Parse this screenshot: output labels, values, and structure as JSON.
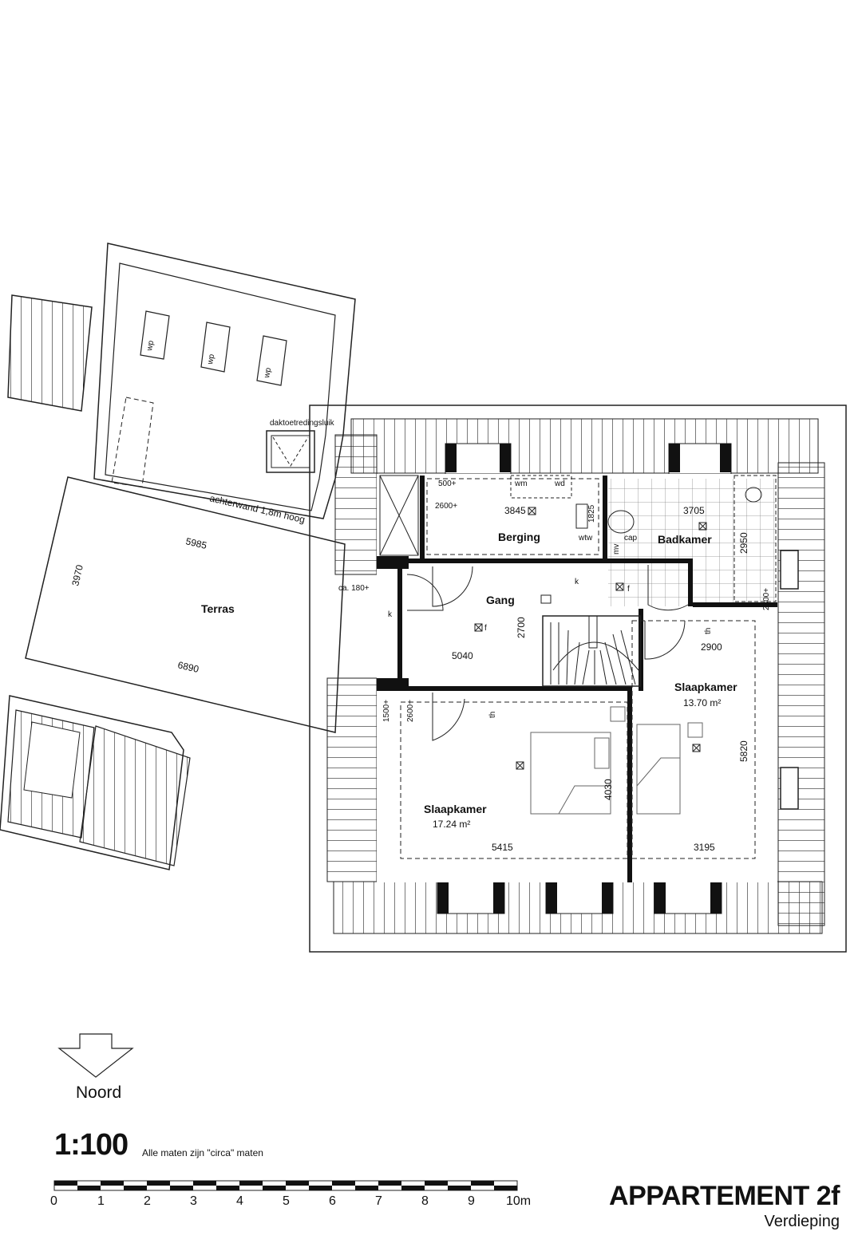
{
  "title": "APPARTEMENT 2f",
  "subtitle": "Verdieping",
  "scale": "1:100",
  "scale_note": "Alle maten zijn \"circa\" maten",
  "north": {
    "label": "Noord"
  },
  "scale_bar": {
    "ticks": [
      "0",
      "1",
      "2",
      "3",
      "4",
      "5",
      "6",
      "7",
      "8",
      "9",
      "10m"
    ]
  },
  "rooms": {
    "terras": "Terras",
    "berging": "Berging",
    "badkamer": "Badkamer",
    "gang": "Gang",
    "slaapkamer1": "Slaapkamer",
    "slaapkamer1_area": "17.24 m²",
    "slaapkamer2": "Slaapkamer",
    "slaapkamer2_area": "13.70 m²"
  },
  "labels": {
    "wp1": "wp",
    "wp2": "wp",
    "wp3": "wp",
    "hatch": "daktoetredingsluik",
    "backwall": "achterwand 1,8m hoog",
    "ca180": "ca. 180+",
    "wm": "wm",
    "wd": "wd",
    "wtw": "wtw",
    "cap": "cap",
    "mv": "mv",
    "h500": "500+",
    "h2600a": "2600+",
    "h2600b": "2600+",
    "h1500": "1500+",
    "h2300": "2300+",
    "f1": "f",
    "f2": "f",
    "th1": "th",
    "th2": "th",
    "k1": "k",
    "k2": "k"
  },
  "dims": {
    "d5985": "5985",
    "d3970": "3970",
    "d6890": "6890",
    "d3845": "3845",
    "d1825": "1825",
    "d3705": "3705",
    "d2950": "2950",
    "d2700": "2700",
    "d5040": "5040",
    "d2900": "2900",
    "d5820": "5820",
    "d4030": "4030",
    "d5415": "5415",
    "d3195": "3195"
  }
}
